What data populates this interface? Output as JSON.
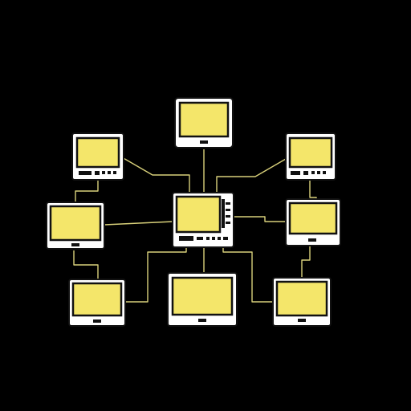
{
  "background_color": "#000000",
  "screen_color": "#f4e66a",
  "device_frame_color": "#ffffff",
  "outline_color": "#111111",
  "connector_color": "#d8d07a",
  "hub": {
    "name": "central-hub-device",
    "icon": "network-switch-icon"
  },
  "devices": [
    {
      "name": "monitor-top-center",
      "icon": "monitor-icon"
    },
    {
      "name": "terminal-top-left",
      "icon": "terminal-icon"
    },
    {
      "name": "terminal-top-right",
      "icon": "terminal-icon"
    },
    {
      "name": "monitor-middle-left",
      "icon": "monitor-icon"
    },
    {
      "name": "monitor-middle-right",
      "icon": "monitor-icon"
    },
    {
      "name": "monitor-bottom-left",
      "icon": "monitor-icon"
    },
    {
      "name": "monitor-bottom-center",
      "icon": "monitor-icon"
    },
    {
      "name": "monitor-bottom-right",
      "icon": "monitor-icon"
    }
  ]
}
